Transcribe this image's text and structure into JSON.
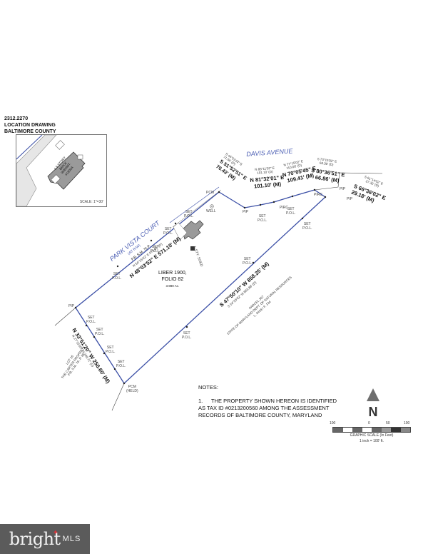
{
  "header": {
    "line1": "2312.2270",
    "line2": "LOCATION DRAWING",
    "line3": "BALTIMORE COUNTY"
  },
  "inset": {
    "house_label": [
      "1.5 STORY",
      "BRICK",
      "W/BSMT.",
      "#1900A"
    ],
    "scale": "SCALE: 1\"=30'"
  },
  "roads": {
    "park_vista": {
      "name": "PARK VISTA COURT",
      "row": "(40' R/W)",
      "plat": "P.B. S.M. 76 P."
    },
    "davis": {
      "name": "DAVIS AVENUE"
    }
  },
  "bearings": {
    "pvc_deed": "N 54°15'02\" E  571.89' (D)",
    "pvc_meas": "N 48°03'52\" E  571.10' (M)",
    "d1_deed": [
      "S 44°51'02\" E",
      "71.56' (D)"
    ],
    "d1_meas": [
      "S 51°52'51\" E",
      "70.43' (M)"
    ],
    "d2_deed": [
      "N 88°11'02\" E",
      "101.10' (D)"
    ],
    "d2_meas": [
      "N 81°32'01\" E",
      "101.10' (M)"
    ],
    "d3_deed": [
      "N 77°15'02\" E",
      "110.00' (D)"
    ],
    "d3_meas": [
      "N 70°05'45\" E",
      "109.41' (M)"
    ],
    "d4_deed": [
      "S 73°15'02\" E",
      "68.30' (D)"
    ],
    "d4_meas": [
      "S 80°36'51\" E",
      "66.86' (M)"
    ],
    "d5_deed": [
      "S 61°14'02\" E",
      "27.32' (D)"
    ],
    "d5_meas": [
      "S 66°36'02\" E",
      "29.18' (M)"
    ],
    "se_meas": "S 47°50'10\" W  858.25' (M)",
    "se_deed": "S 54°25'02\" W  863.88' (D)",
    "sw_meas": "N 33°51'20\" W  250.60' (M)",
    "sw_deed": "N 27°15'02\" W  249.72' (D)"
  },
  "markers": {
    "set_pol": [
      "SET",
      "P.O.L."
    ],
    "pip": "PIP",
    "pcm": "PCM",
    "pcm_held": [
      "PCM",
      "(HELD)"
    ],
    "pirc": "PIRC",
    "well": "WELL",
    "shed": "1-STY. SHED"
  },
  "parcel": {
    "liber": "LIBER 1900,",
    "folio": "FOLIO 82",
    "area": "3.980 Ac."
  },
  "adjoiners": {
    "lot": [
      "LOT 16",
      "THE CARTER PROPERTY",
      "P.B. S.M. 76, P. 86"
    ],
    "state": [
      "PARCEL 367",
      "STATE OF MARYLAND DEPT. OF NATURAL RESOURCES",
      "L. 9418 / F. 134"
    ]
  },
  "notes": {
    "title": "NOTES:",
    "item1_num": "1.",
    "item1_line1": "THE PROPERTY SHOWN HEREON IS IDENTIFIED",
    "item1_line2": "AS TAX ID #0213200560 AMONG THE ASSESSMENT",
    "item1_line3": "RECORDS OF BALTIMORE COUNTY, MARYLAND"
  },
  "north_arrow": {
    "label": "N"
  },
  "graphic_scale": {
    "ticks": [
      "100",
      "0",
      "50",
      "100"
    ],
    "caption": "GRAPHIC SCALE (In Feet)",
    "ratio": "1 inch = 100' ft."
  },
  "watermark": {
    "brand": "bright",
    "suffix": "MLS"
  },
  "colors": {
    "boundary": "#3b4fa6",
    "road_text": "#4a5db3",
    "house": "#9a9a9a",
    "logo_bg": "#5b5b5b"
  }
}
